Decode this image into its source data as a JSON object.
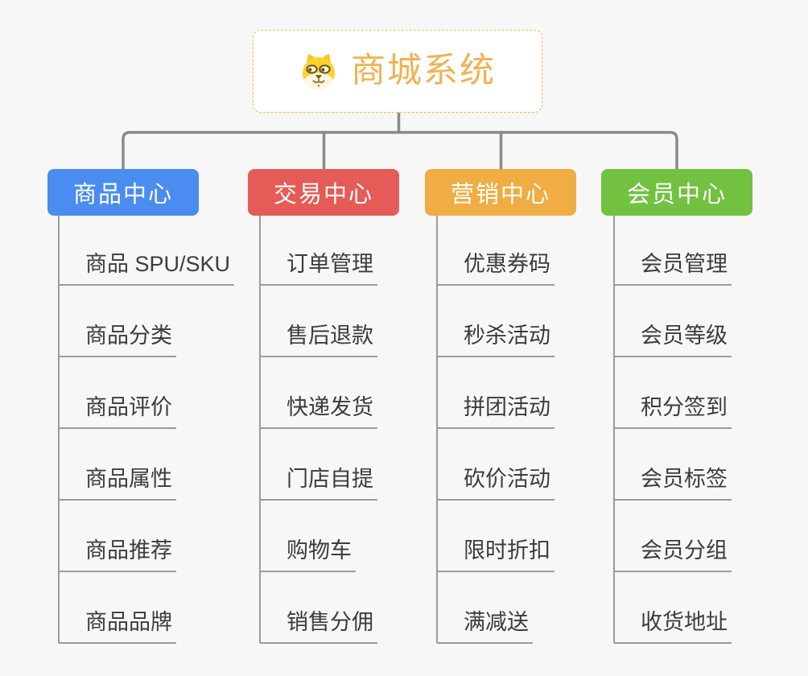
{
  "root": {
    "title": "商城系统",
    "icon": "dog-face-icon"
  },
  "branches": [
    {
      "label": "商品中心",
      "color": "#4A8CF0",
      "items": [
        "商品 SPU/SKU",
        "商品分类",
        "商品评价",
        "商品属性",
        "商品推荐",
        "商品品牌"
      ]
    },
    {
      "label": "交易中心",
      "color": "#E55B57",
      "items": [
        "订单管理",
        "售后退款",
        "快递发货",
        "门店自提",
        "购物车",
        "销售分佣"
      ]
    },
    {
      "label": "营销中心",
      "color": "#EFAD43",
      "items": [
        "优惠券码",
        "秒杀活动",
        "拼团活动",
        "砍价活动",
        "限时折扣",
        "满减送"
      ]
    },
    {
      "label": "会员中心",
      "color": "#72C141",
      "items": [
        "会员管理",
        "会员等级",
        "积分签到",
        "会员标签",
        "会员分组",
        "收货地址"
      ]
    }
  ],
  "colors": {
    "page_background": "#F7F7F7",
    "root_border": "#F1BE62",
    "root_title": "#F0B254",
    "top_connector": "#8A8A8A",
    "item_line": "#9B9B9B",
    "item_text": "#3C3C3C",
    "branch_text": "#FFFFFF"
  }
}
